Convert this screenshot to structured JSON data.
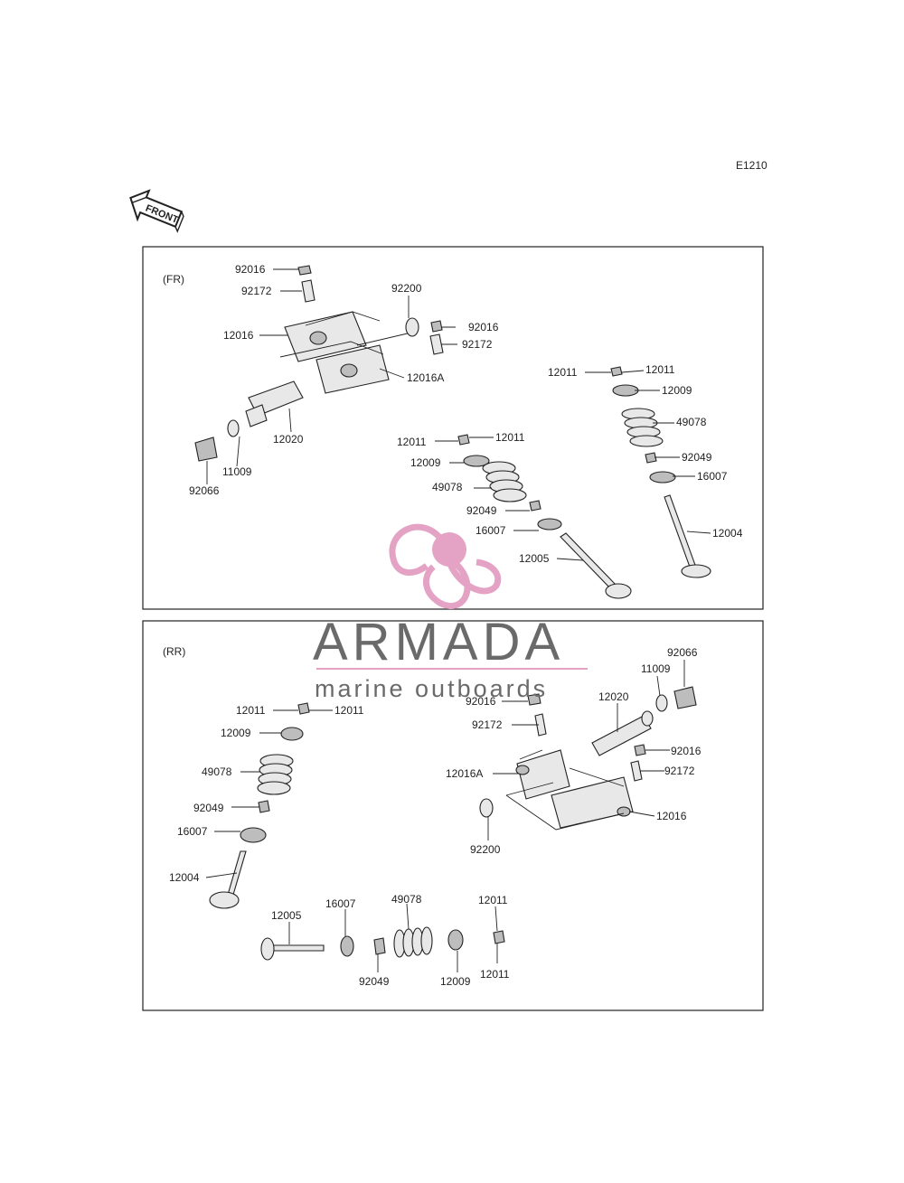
{
  "diagram_code": "E1210",
  "front_arrow_label": "FRONT",
  "watermark": {
    "brand": "ARMADA",
    "tagline": "marine outboards",
    "pink": "#e4a3c4",
    "gray": "#6a6a6a"
  },
  "panels": {
    "fr": {
      "label": "(FR)",
      "callouts": {
        "c92016a": "92016",
        "c92172a": "92172",
        "c92200": "92200",
        "c92016b": "92016",
        "c92172b": "92172",
        "c12016": "12016",
        "c12016A": "12016A",
        "c12020": "12020",
        "c11009": "11009",
        "c92066": "92066",
        "c12011a": "12011",
        "c12011b": "12011",
        "c12009": "12009",
        "c49078": "49078",
        "c92049": "92049",
        "c16007": "16007",
        "c12004": "12004",
        "c12011c": "12011",
        "c12011d": "12011",
        "c12009b": "12009",
        "c49078b": "49078",
        "c92049b": "92049",
        "c16007b": "16007",
        "c12005": "12005"
      }
    },
    "rr": {
      "label": "(RR)",
      "callouts": {
        "c92066": "92066",
        "c11009": "11009",
        "c92016a": "92016",
        "c12020": "12020",
        "c92172a": "92172",
        "c92016b": "92016",
        "c12016A": "12016A",
        "c92172b": "92172",
        "c12016": "12016",
        "c92200": "92200",
        "c12011a": "12011",
        "c12011b": "12011",
        "c12009": "12009",
        "c49078": "49078",
        "c92049": "92049",
        "c16007": "16007",
        "c12004": "12004",
        "c12005": "12005",
        "c16007b": "16007",
        "c49078b": "49078",
        "c12011c": "12011",
        "c92049b": "92049",
        "c12009b": "12009",
        "c12011d": "12011"
      }
    }
  }
}
